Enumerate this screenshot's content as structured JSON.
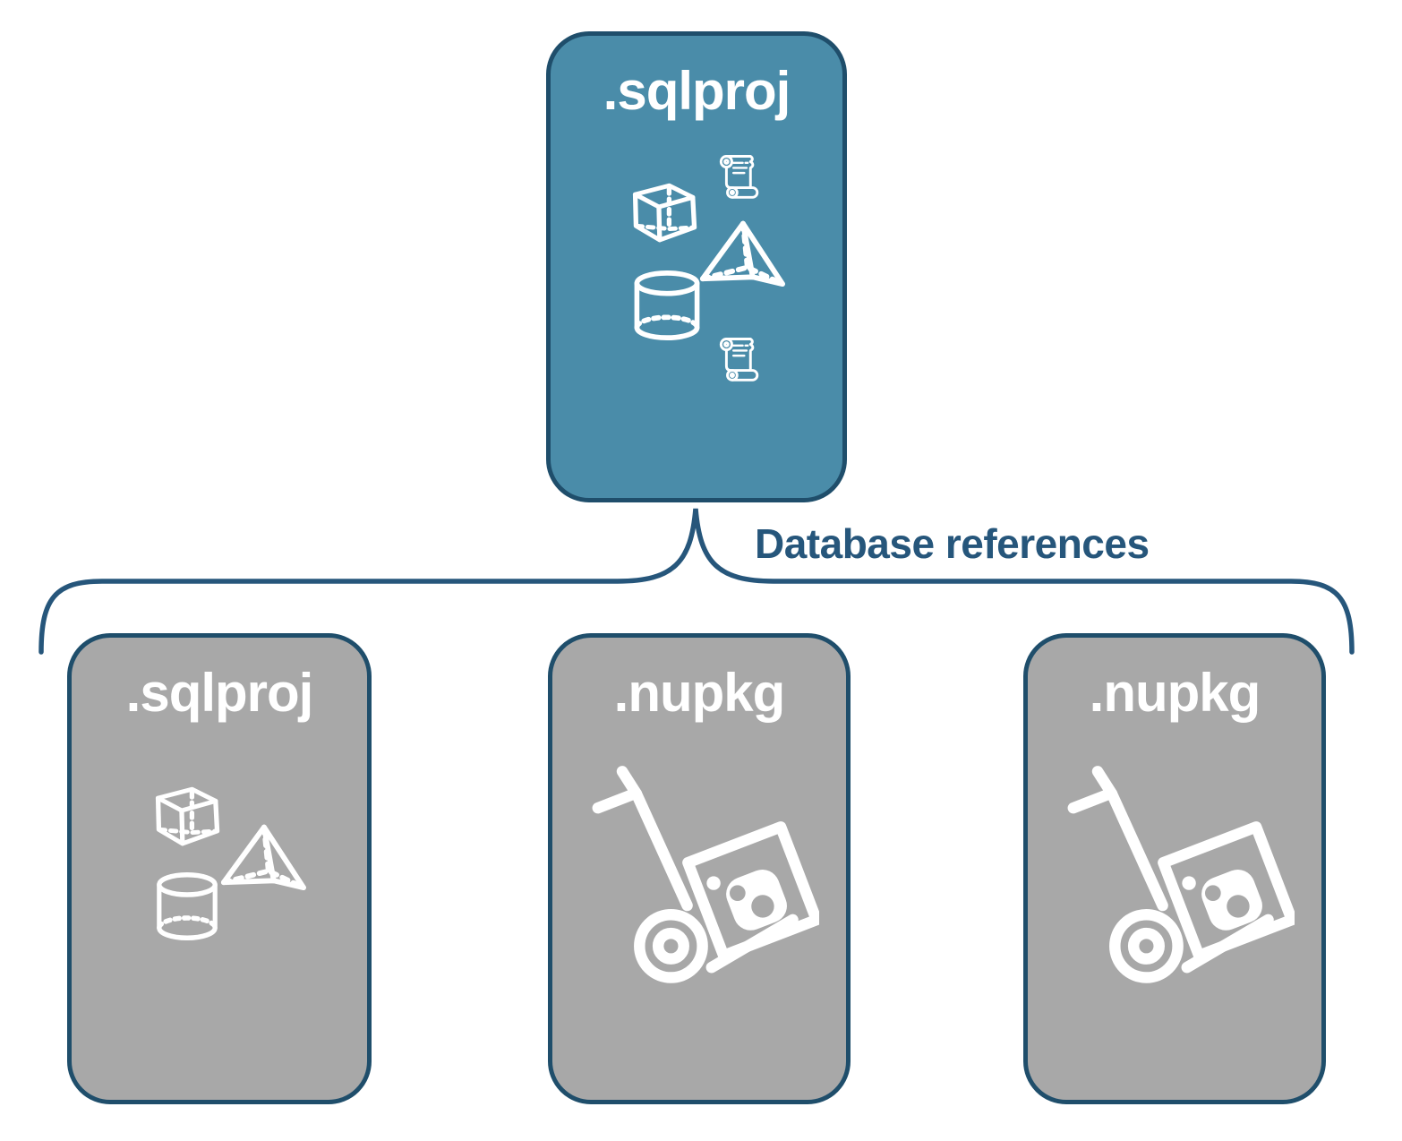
{
  "diagram": {
    "root": {
      "label": ".sqlproj",
      "icons": [
        "cube-icon",
        "script-scroll-icon",
        "pyramid-icon",
        "cylinder-icon",
        "script-scroll-icon"
      ]
    },
    "connector": {
      "label": "Database references",
      "type": "brace"
    },
    "children": [
      {
        "label": ".sqlproj",
        "icons": [
          "cube-icon",
          "pyramid-icon",
          "cylinder-icon"
        ]
      },
      {
        "label": ".nupkg",
        "icons": [
          "package-dolly-icon"
        ]
      },
      {
        "label": ".nupkg",
        "icons": [
          "package-dolly-icon"
        ]
      }
    ],
    "colors": {
      "root_fill": "#4A8CA9",
      "child_fill": "#A8A8A8",
      "node_outline": "#1F4E6B",
      "connector_stroke": "#26567B",
      "icon_stroke": "#FFFFFF",
      "background": "#FFFFFF"
    }
  }
}
